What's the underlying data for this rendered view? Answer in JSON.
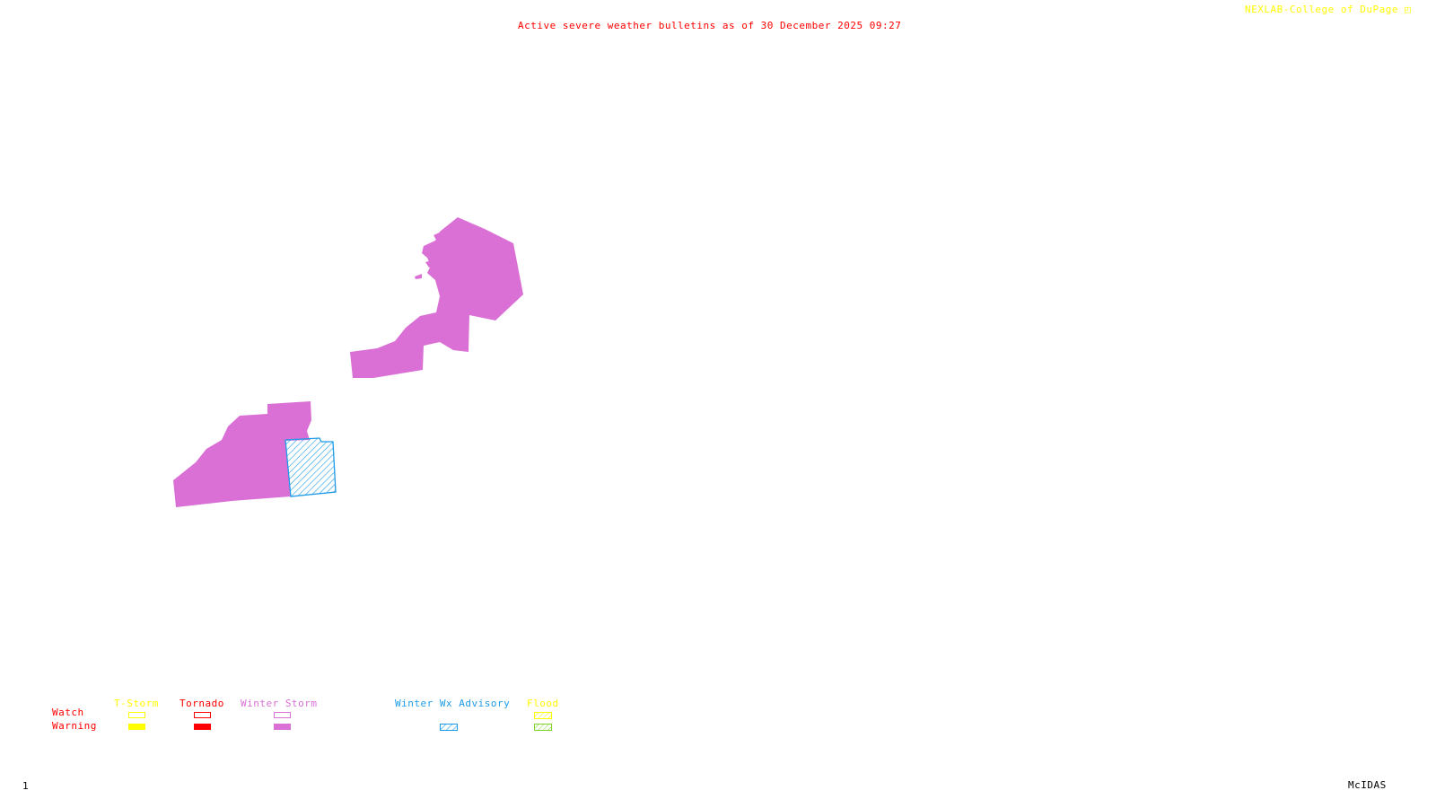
{
  "header": {
    "title": "Active severe weather bulletins as of 30 December 2025 09:27",
    "credit": "NEXLAB-College of DuPage"
  },
  "footer": {
    "frame_number": "1",
    "software": "McIDAS"
  },
  "colors": {
    "title": "#ff0000",
    "credit": "#ffff00",
    "tstorm": "#ffff00",
    "tornado": "#ff0000",
    "winter_storm": "#da70d6",
    "winter_wx_advisory": "#1e9be8",
    "flood_watch": "#ffff00",
    "flood_warning": "#7fd42a"
  },
  "map": {
    "areas": [
      {
        "type": "Winter Storm",
        "level": "Warning",
        "region": "northeast-polygon"
      },
      {
        "type": "Winter Storm",
        "level": "Warning",
        "region": "southwest-polygon"
      },
      {
        "type": "Winter Wx Advisory",
        "level": "Advisory",
        "region": "southwest-hatched-box"
      }
    ]
  },
  "legend": {
    "row_labels": [
      "Watch",
      "Warning"
    ],
    "categories": [
      {
        "label": "T-Storm",
        "watch": "outline",
        "warning": "filled"
      },
      {
        "label": "Tornado",
        "watch": "outline",
        "warning": "filled"
      },
      {
        "label": "Winter Storm",
        "watch": "outline",
        "warning": "filled"
      },
      {
        "label": "Winter Wx Advisory",
        "watch": "none",
        "warning": "hatched"
      },
      {
        "label": "Flood",
        "watch": "hatched",
        "warning": "hatched"
      }
    ]
  }
}
